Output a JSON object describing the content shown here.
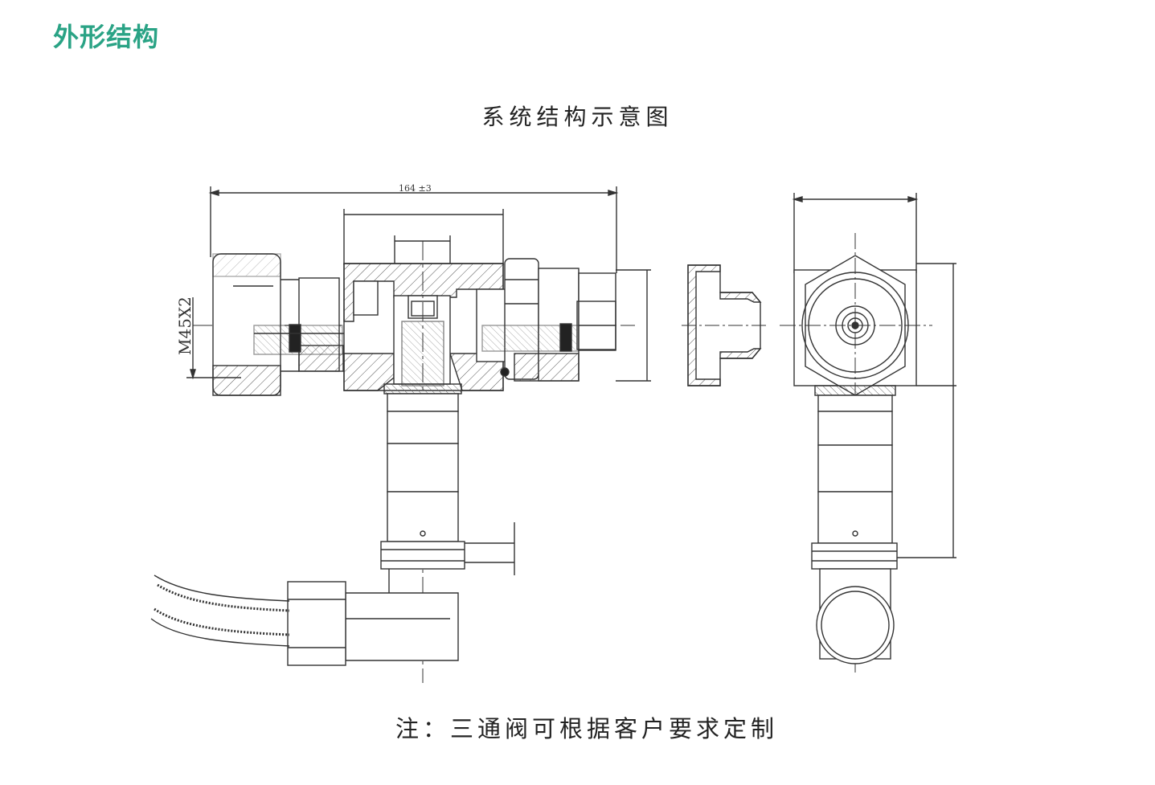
{
  "page": {
    "section_heading": "外形结构",
    "diagram_title": "系统结构示意图",
    "note": "注：三通阀可根据客户要求定制"
  },
  "drawing": {
    "labels": {
      "overall_length": "164 ±3",
      "thread": "M45X2"
    }
  },
  "colors": {
    "heading": "#2aa385",
    "line": "#333333"
  }
}
